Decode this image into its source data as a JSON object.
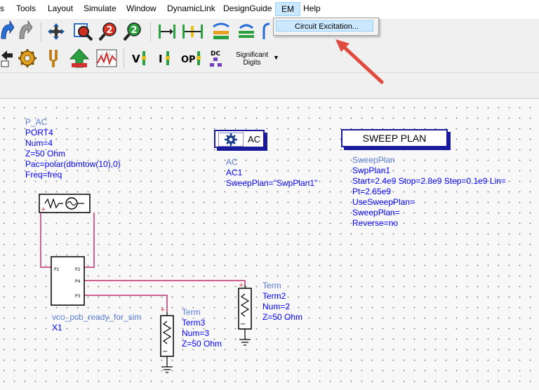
{
  "menubar": {
    "items": [
      "s",
      "Tools",
      "Layout",
      "Simulate",
      "Window",
      "DynamicLink",
      "DesignGuide",
      "EM",
      "Help"
    ],
    "active_index": 7
  },
  "dropdown": {
    "items": [
      "Circuit Excitation..."
    ]
  },
  "toolbar2": {
    "significant_digits_line1": "Significant",
    "significant_digits_line2": "Digits",
    "vi_label": "V",
    "ii_label": "I",
    "op_label": "OP",
    "dc_label": "DC"
  },
  "schematic": {
    "port": {
      "lines": [
        "P_AC",
        "PORT4",
        "Num=4",
        "Z=50 Ohm",
        "Pac=polar(dbmtow(10),0)",
        "Freq=freq"
      ]
    },
    "ac": {
      "box_label": "AC",
      "lines": [
        "AC",
        "AC1",
        "SweepPlan=\"SwpPlan1\""
      ]
    },
    "sweep": {
      "box_label": "SWEEP PLAN",
      "lines": [
        "SweepPlan",
        "SwpPlan1",
        "Start=2.4e9 Stop=2.8e9 Step=0.1e9 Lin=",
        "Pt=2.65e9",
        "UseSweepPlan=",
        "SweepPlan=",
        "Reverse=no"
      ]
    },
    "subckt": {
      "lines": [
        "vco_pcb_ready_for_sim",
        "X1"
      ],
      "pins": [
        "P1",
        "P2",
        "P4",
        "P3"
      ]
    },
    "term2": {
      "lines": [
        "Term",
        "Term2",
        "Num=2",
        "Z=50 Ohm"
      ]
    },
    "term3": {
      "lines": [
        "Term",
        "Term3",
        "Num=3",
        "Z=50 Ohm"
      ]
    }
  },
  "colors": {
    "wire": "#c0306f",
    "annotation": "#0000ff",
    "component": "#000000",
    "box_border": "#1a1a9c",
    "arrow": "#e04a3f",
    "menu_highlight": "#cce8ff"
  }
}
